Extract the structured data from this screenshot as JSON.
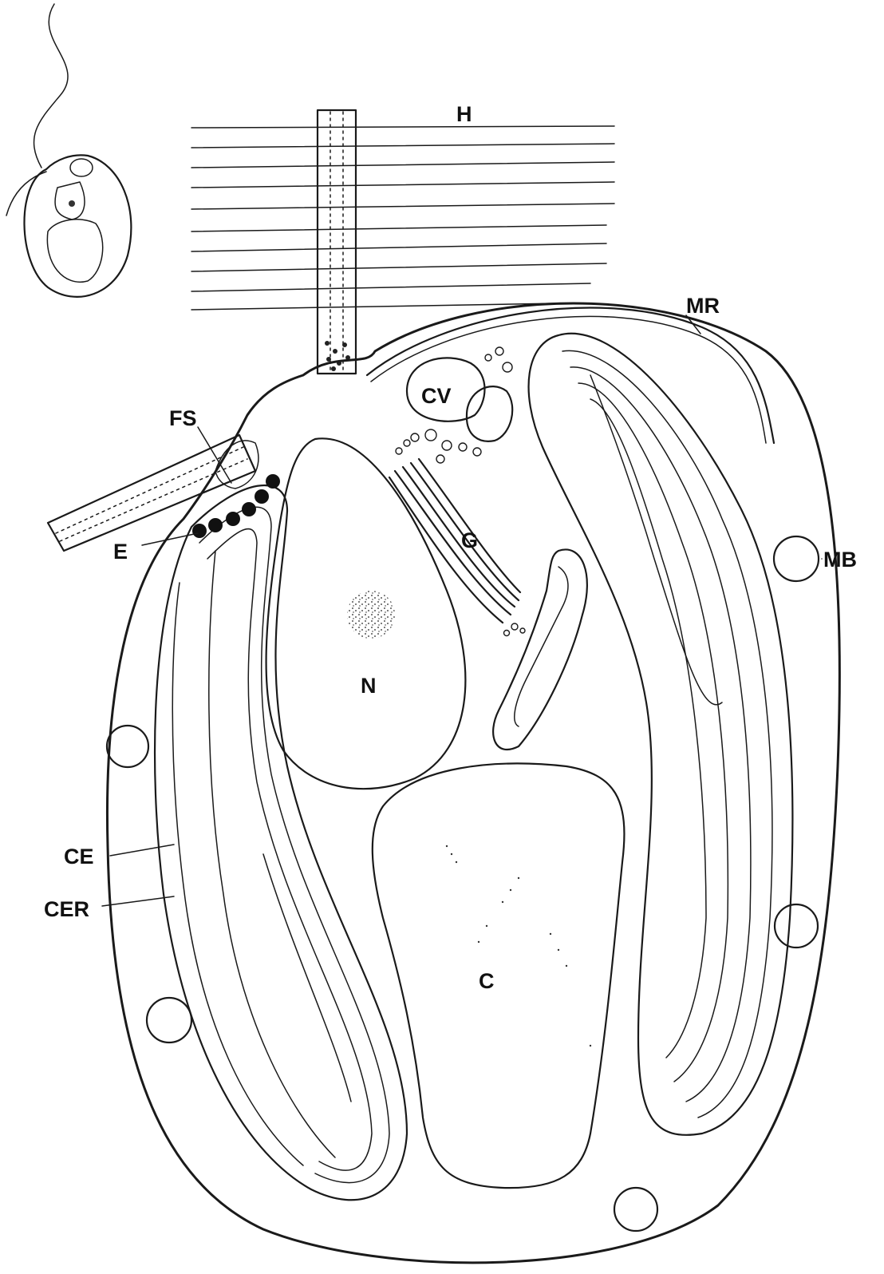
{
  "labels": {
    "H": "H",
    "MR": "MR",
    "CV": "CV",
    "FS": "FS",
    "G": "G",
    "E": "E",
    "MB": "MB",
    "N": "N",
    "CE": "CE",
    "CER": "CER",
    "C": "C"
  },
  "colors": {
    "line": "#1a1a1a",
    "background": "#ffffff"
  }
}
